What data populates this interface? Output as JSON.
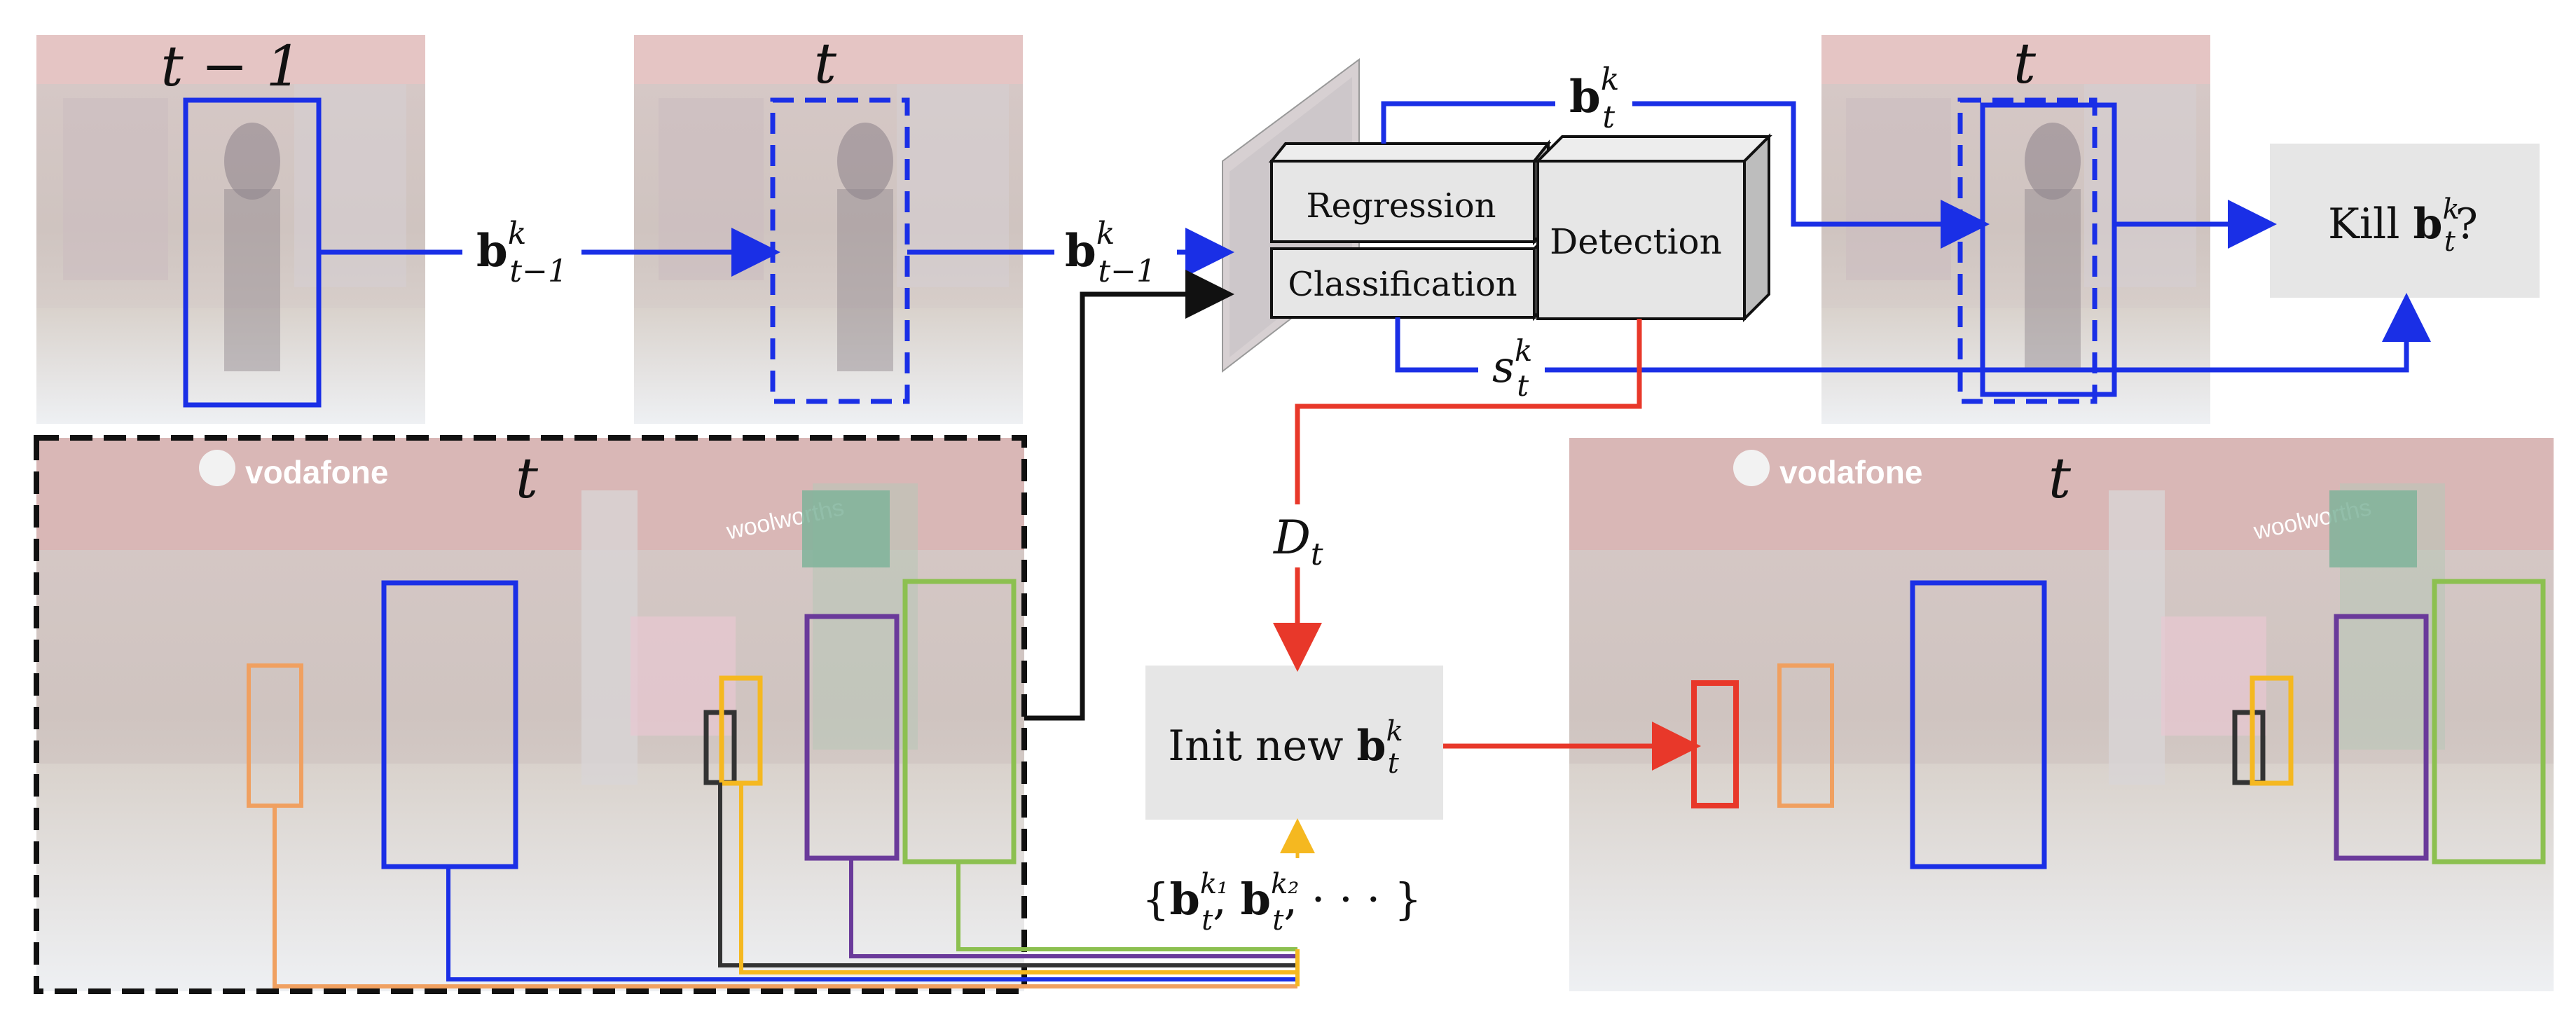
{
  "frames": {
    "prev_time_label": "t − 1",
    "curr_time_label": "t",
    "full_frame_time_label": "t",
    "output_time_label": "t",
    "output_frame_time_label": "t"
  },
  "labels": {
    "b_prev_main": "b",
    "b_prev_sup": "k",
    "b_prev_sub": "t−1",
    "b_prev2_main": "b",
    "b_prev2_sup": "k",
    "b_prev2_sub": "t−1",
    "b_t_main": "b",
    "b_t_sup": "k",
    "b_t_sub": "t",
    "score_main": "s",
    "score_sup": "k",
    "score_sub": "t",
    "detections_main": "D",
    "detections_sub": "t",
    "proposals_open": "{",
    "proposals_b1": "b",
    "proposals_b1_sup": "k₁",
    "proposals_b1_sub": "t",
    "proposals_b2": "b",
    "proposals_b2_sup": "k₂",
    "proposals_b2_sub": "t",
    "proposals_tail": ", · · · }"
  },
  "modules": {
    "regression": "Regression",
    "classification": "Classification",
    "detection": "Detection",
    "kill_prefix": "Kill ",
    "kill_b": "b",
    "kill_sup": "k",
    "kill_sub": "t",
    "kill_suffix": "?",
    "init_prefix": "Init new ",
    "init_b": "b",
    "init_sup": "k",
    "init_sub": "t"
  },
  "scene_text": {
    "brand_left": "vodafone",
    "brand_right": "vodafone",
    "store_left": "woolworths",
    "store_right": "woolworths"
  },
  "colors": {
    "track_blue": "#1a2fe6",
    "detection_red": "#e8382a",
    "orange": "#f0a060",
    "purple": "#6a3a9a",
    "green": "#8cc050",
    "yellow": "#f5b820",
    "dark": "#333333",
    "module_fill": "#e6e6e6"
  }
}
